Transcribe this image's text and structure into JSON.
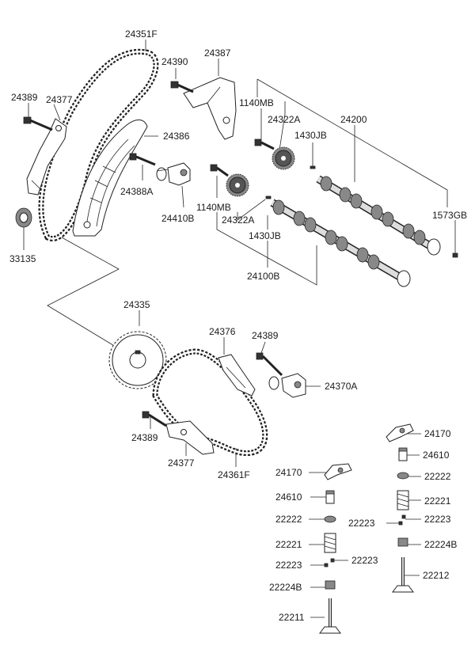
{
  "parts": [
    {
      "name": "part-label-24351F",
      "text": "24351F"
    },
    {
      "name": "part-label-24390",
      "text": "24390"
    },
    {
      "name": "part-label-24387",
      "text": "24387"
    },
    {
      "name": "part-label-24389-a",
      "text": "24389"
    },
    {
      "name": "part-label-24377-a",
      "text": "24377"
    },
    {
      "name": "part-label-1140MB-a",
      "text": "1140MB"
    },
    {
      "name": "part-label-24322A-a",
      "text": "24322A"
    },
    {
      "name": "part-label-24200",
      "text": "24200"
    },
    {
      "name": "part-label-1430JB-a",
      "text": "1430JB"
    },
    {
      "name": "part-label-24386",
      "text": "24386"
    },
    {
      "name": "part-label-24388A",
      "text": "24388A"
    },
    {
      "name": "part-label-24410B",
      "text": "24410B"
    },
    {
      "name": "part-label-1140MB-b",
      "text": "1140MB"
    },
    {
      "name": "part-label-24322A-b",
      "text": "24322A"
    },
    {
      "name": "part-label-1573GB",
      "text": "1573GB"
    },
    {
      "name": "part-label-33135",
      "text": "33135"
    },
    {
      "name": "part-label-1430JB-b",
      "text": "1430JB"
    },
    {
      "name": "part-label-24100B",
      "text": "24100B"
    },
    {
      "name": "part-label-24335",
      "text": "24335"
    },
    {
      "name": "part-label-24376",
      "text": "24376"
    },
    {
      "name": "part-label-24389-b",
      "text": "24389"
    },
    {
      "name": "part-label-24370A",
      "text": "24370A"
    },
    {
      "name": "part-label-24389-c",
      "text": "24389"
    },
    {
      "name": "part-label-24377-b",
      "text": "24377"
    },
    {
      "name": "part-label-24361F",
      "text": "24361F"
    },
    {
      "name": "part-label-24170-a",
      "text": "24170"
    },
    {
      "name": "part-label-24610-a",
      "text": "24610"
    },
    {
      "name": "part-label-22222-a",
      "text": "22222"
    },
    {
      "name": "part-label-24170-b",
      "text": "24170"
    },
    {
      "name": "part-label-22221-a",
      "text": "22221"
    },
    {
      "name": "part-label-24610-b",
      "text": "24610"
    },
    {
      "name": "part-label-22222-b",
      "text": "22222"
    },
    {
      "name": "part-label-22223-a",
      "text": "22223"
    },
    {
      "name": "part-label-22223-b",
      "text": "22223"
    },
    {
      "name": "part-label-22221-b",
      "text": "22221"
    },
    {
      "name": "part-label-22224B-a",
      "text": "22224B"
    },
    {
      "name": "part-label-22223-c",
      "text": "22223"
    },
    {
      "name": "part-label-22223-d",
      "text": "22223"
    },
    {
      "name": "part-label-22212",
      "text": "22212"
    },
    {
      "name": "part-label-22224B-b",
      "text": "22224B"
    },
    {
      "name": "part-label-22211",
      "text": "22211"
    }
  ]
}
